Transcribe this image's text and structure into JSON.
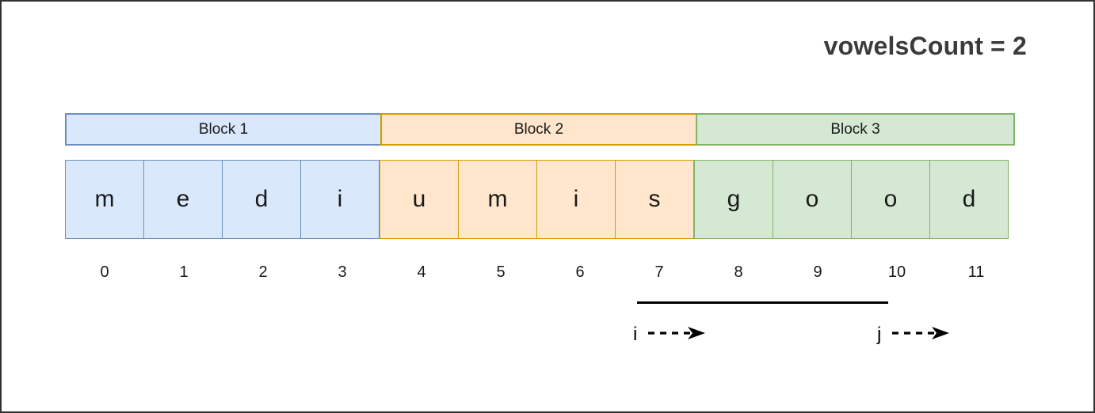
{
  "title": "vowelsCount = 2",
  "colors": {
    "blue_fill": "#dae8fc",
    "blue_border": "#6c8ebf",
    "orange_fill": "#ffe6cc",
    "orange_border": "#d79b00",
    "green_fill": "#d5e8d4",
    "green_border": "#82b366",
    "text": "#1a1a1a",
    "title_text": "#3b3b3b",
    "pointer_line": "#000000",
    "frame_border": "#333333"
  },
  "blocks": [
    {
      "label": "Block 1",
      "color": "blue"
    },
    {
      "label": "Block 2",
      "color": "orange"
    },
    {
      "label": "Block 3",
      "color": "green"
    }
  ],
  "cells": [
    {
      "char": "m",
      "index": "0",
      "color": "blue"
    },
    {
      "char": "e",
      "index": "1",
      "color": "blue"
    },
    {
      "char": "d",
      "index": "2",
      "color": "blue"
    },
    {
      "char": "i",
      "index": "3",
      "color": "blue"
    },
    {
      "char": "u",
      "index": "4",
      "color": "orange"
    },
    {
      "char": "m",
      "index": "5",
      "color": "orange"
    },
    {
      "char": "i",
      "index": "6",
      "color": "orange"
    },
    {
      "char": "s",
      "index": "7",
      "color": "orange"
    },
    {
      "char": "g",
      "index": "8",
      "color": "green"
    },
    {
      "char": "o",
      "index": "9",
      "color": "green"
    },
    {
      "char": "o",
      "index": "10",
      "color": "green"
    },
    {
      "char": "d",
      "index": "11",
      "color": "green"
    }
  ],
  "pointers": [
    {
      "label": "i",
      "at_index": "7",
      "icon": "dashed-arrow-right-icon"
    },
    {
      "label": "j",
      "at_index": "10",
      "icon": "dashed-arrow-right-icon"
    }
  ],
  "span": {
    "from_index": "7",
    "to_index": "10"
  }
}
